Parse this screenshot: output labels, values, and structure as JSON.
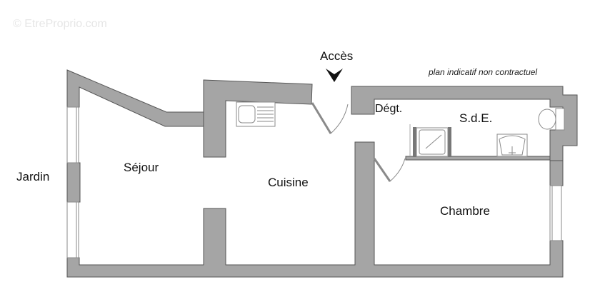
{
  "watermark": "© EtreProprio.com",
  "note": "plan indicatif non contractuel",
  "entrance": {
    "label": "Accès",
    "icon": "arrow-down-icon"
  },
  "exterior": {
    "label": "Jardin"
  },
  "rooms": [
    {
      "id": "sejour",
      "label": "Séjour"
    },
    {
      "id": "cuisine",
      "label": "Cuisine"
    },
    {
      "id": "degagement",
      "label": "Dégt."
    },
    {
      "id": "salle-d-eau",
      "label": "S.d.E."
    },
    {
      "id": "chambre",
      "label": "Chambre"
    }
  ],
  "fixtures": [
    "sink-icon",
    "shower-icon",
    "washbasin-icon",
    "toilet-icon"
  ],
  "colors": {
    "wall": "#a5a5a5",
    "wall_outline": "#555555",
    "text": "#111111",
    "background": "#ffffff"
  }
}
